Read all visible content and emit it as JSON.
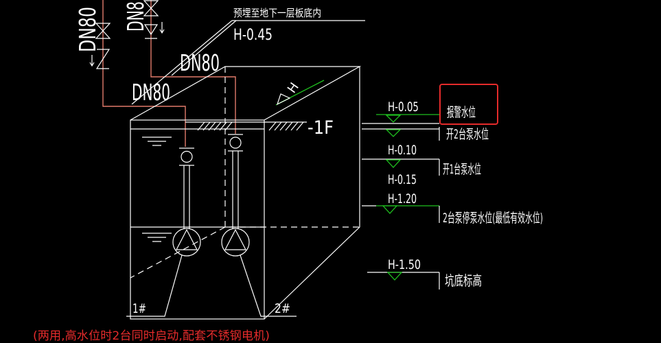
{
  "canvas": {
    "background": "#000000"
  },
  "colors": {
    "linework": "#ffffff",
    "pipe": "#e27b6b",
    "level_mark": "#1fbf1f",
    "highlight_box": "#e52b2b",
    "note_text": "#e52b2b"
  },
  "pipes": {
    "riser_1_label": "DN80",
    "riser_2_label": "DN8",
    "callout_upper_label": "DN80",
    "callout_lower_label": "DN80"
  },
  "embed_note": {
    "text": "预埋至地下一层板底内",
    "elevation": "H-0.45"
  },
  "slope_mark": "H",
  "floor_label": "-1F",
  "pumps": [
    {
      "label": "1#"
    },
    {
      "label": "2#"
    }
  ],
  "water_levels": {
    "alarm": {
      "elevation": "H-0.05",
      "description": "报警水位",
      "highlighted": true
    },
    "start_two_pumps": {
      "description": "开2台泵水位"
    },
    "start_one_pump": {
      "elevation_upper": "H-0.10",
      "description": "开1台泵水位",
      "elevation_lower": "H-0.15"
    },
    "stop_pumps": {
      "elevation": "H-1.20",
      "description": "2台泵停泵水位(最低有效水位)"
    },
    "pit_bottom": {
      "elevation": "H-1.50",
      "description": "坑底标高"
    }
  },
  "footnote": "(两用,高水位时2台同时启动,配套不锈钢电机)"
}
